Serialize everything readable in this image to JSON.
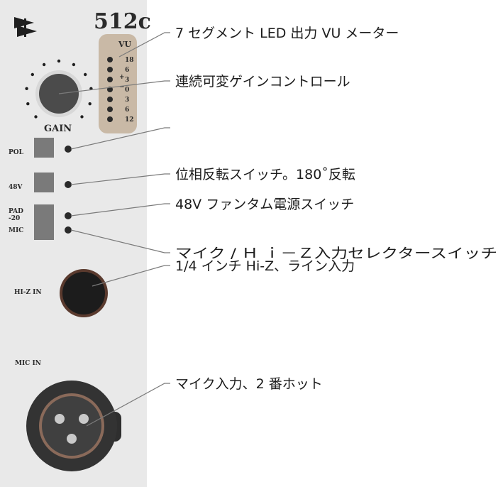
{
  "module": {
    "model": "512c",
    "meter_label": "VU",
    "meter_scale": [
      "18",
      "6",
      "3",
      "0",
      "3",
      "6",
      "12"
    ],
    "meter_signs": {
      "plus": "+",
      "minus": "−"
    },
    "gain_label": "GAIN",
    "switches": [
      {
        "label": "POL"
      },
      {
        "label": "48V"
      },
      {
        "label": "PAD",
        "sub": "-20"
      },
      {
        "label": "MIC"
      }
    ],
    "hiz_label": "HI-Z IN",
    "mic_in_label": "MIC IN"
  },
  "callouts": [
    "7 セグメント LED 出力 VU メーター",
    "連続可変ゲインコントロール",
    "位相反転スイッチ。180˚反転",
    "48V ファンタム電源スイッチ",
    "マイク / Ｈ ｉ－Ｚ入力セレクタースイッチ",
    "1/4 インチ Hi-Z、ライン入力",
    "マイク入力、2 番ホット"
  ],
  "colors": {
    "panel": "#e9e9e9",
    "meter_window": "#c9b9a6",
    "knob": "#4b4b4b",
    "switch": "#7a7a7a",
    "led": "#2a2a2a",
    "jack_ring": "#5a3a2e",
    "jack_hole": "#1c1c1c",
    "xlr_body": "#333333",
    "xlr_ring": "#8a6a5a"
  }
}
